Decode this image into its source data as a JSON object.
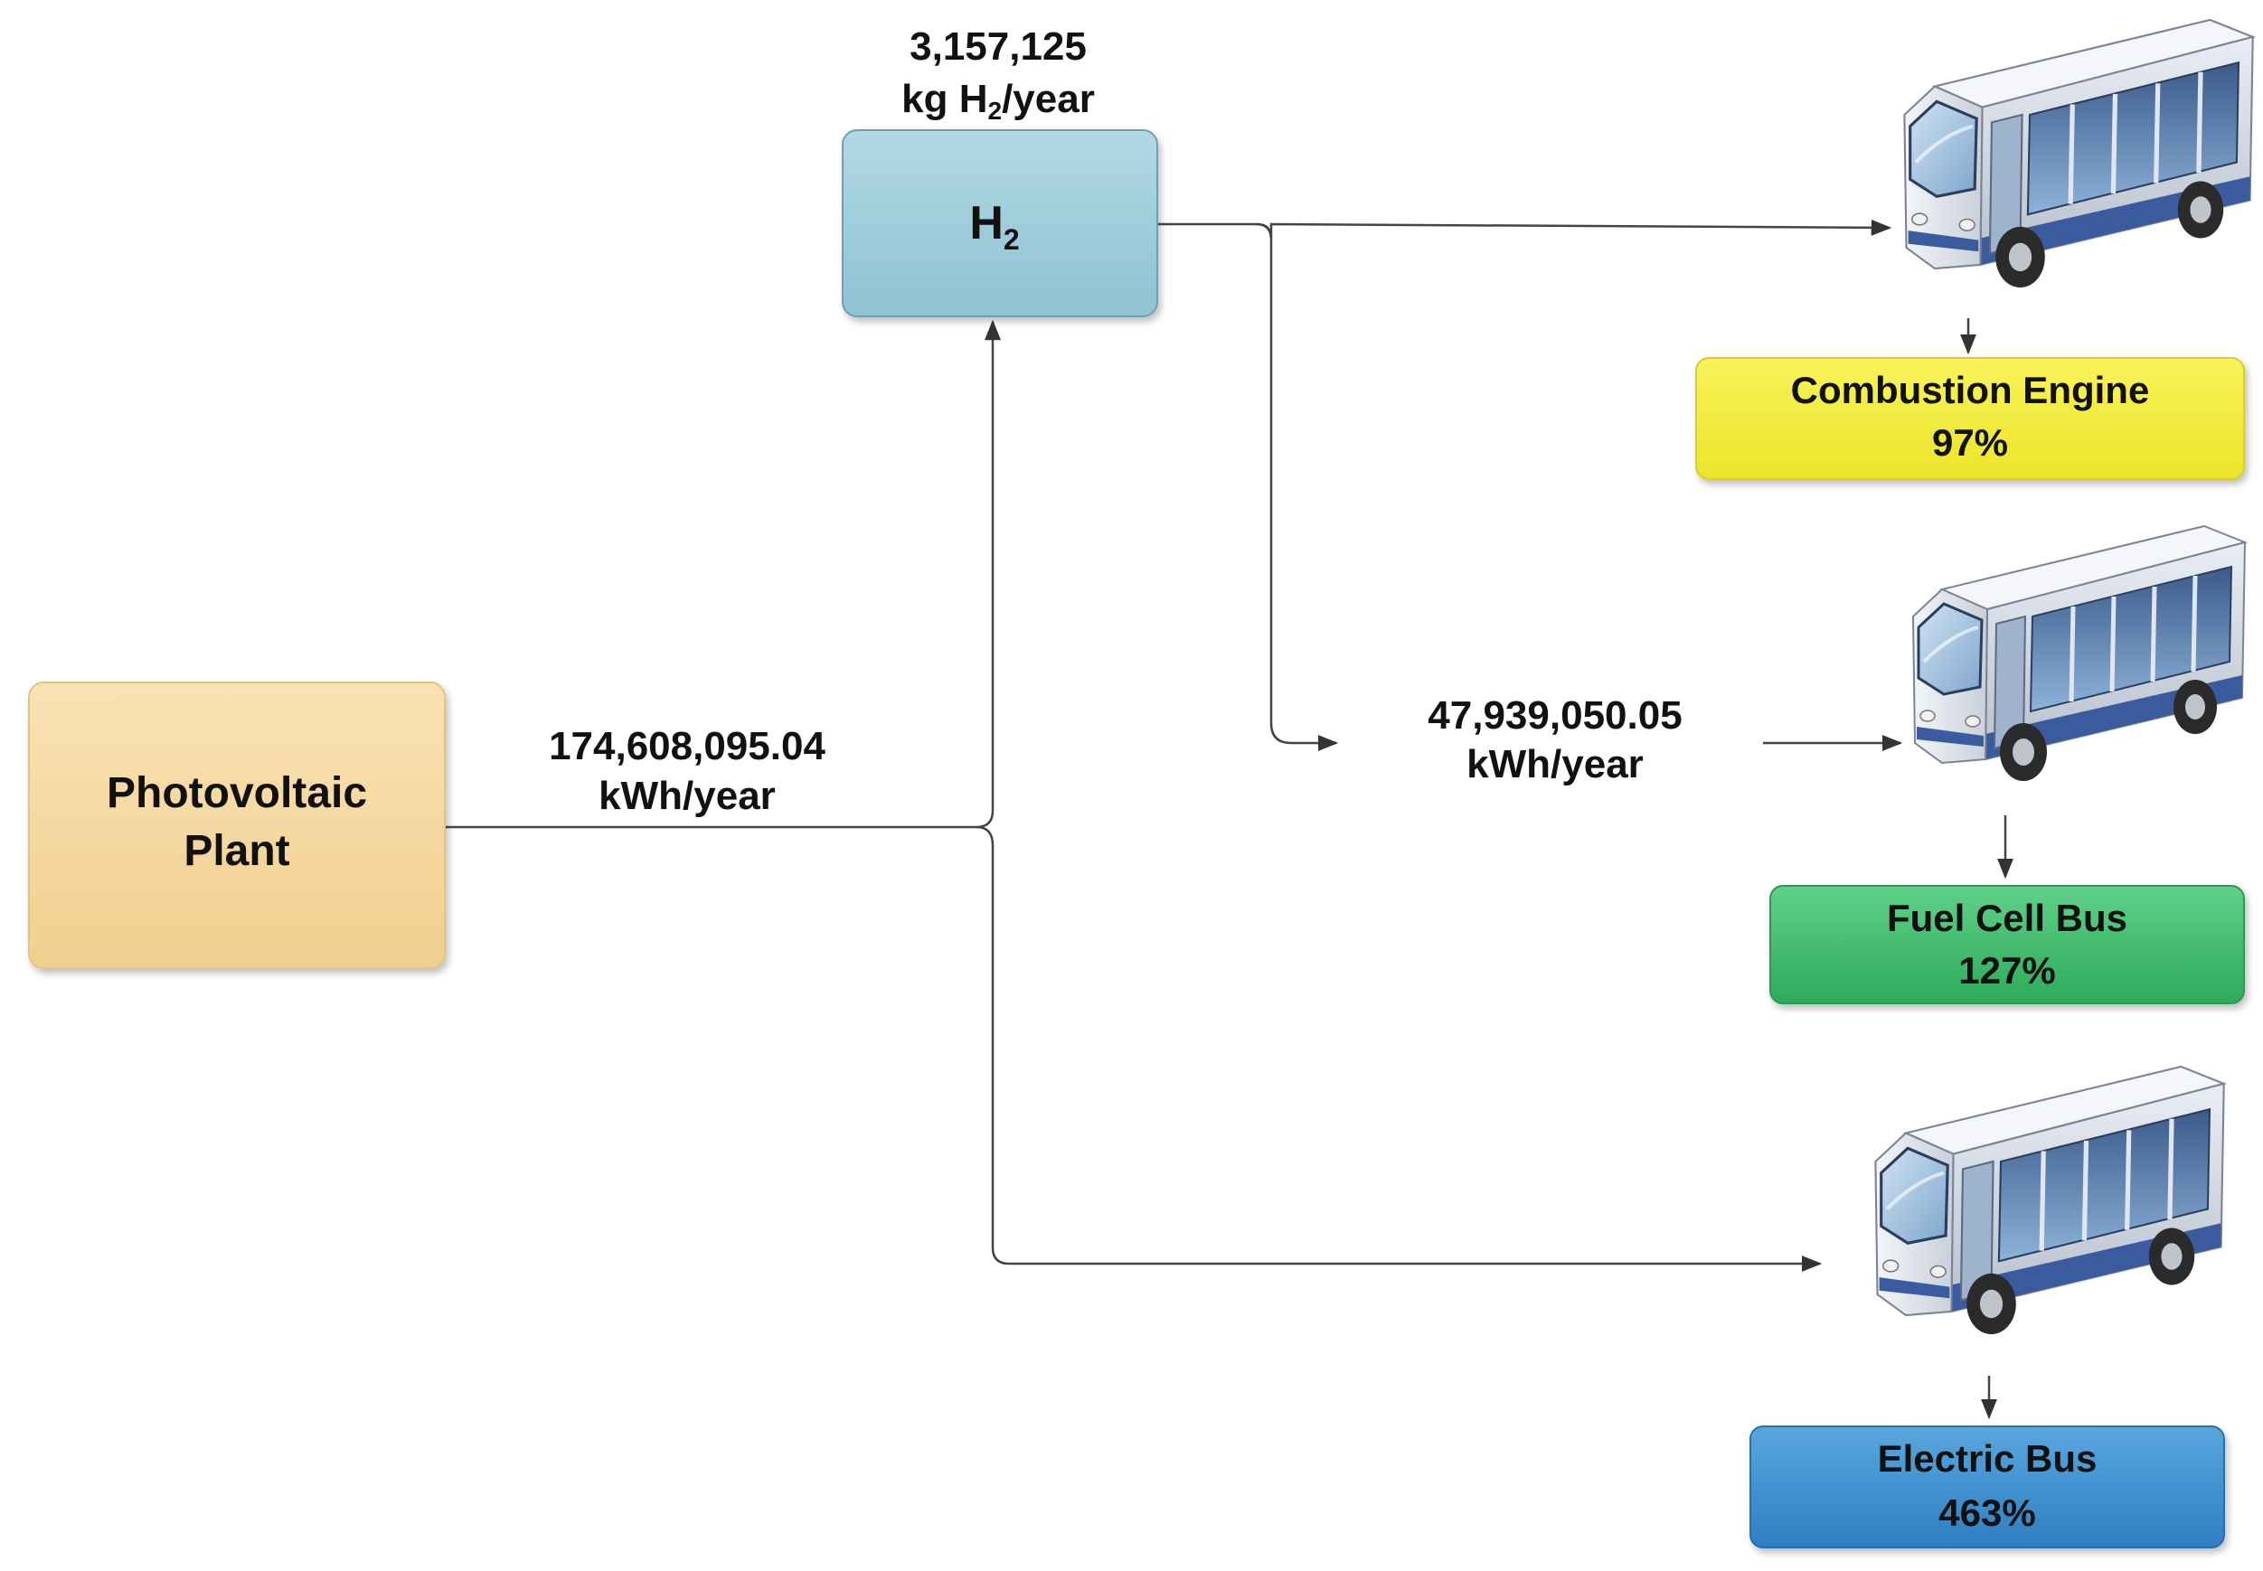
{
  "source": {
    "label_line1": "Photovoltaic",
    "label_line2": "Plant"
  },
  "h2": {
    "node": {
      "label": "H",
      "sub": "2"
    },
    "amount_line1": "3,157,125",
    "amount_line2_prefix": "kg H",
    "amount_line2_sub": "2",
    "amount_line2_suffix": "/year"
  },
  "flows": {
    "pv_output": {
      "line1": "174,608,095.04",
      "line2": "kWh/year"
    },
    "fuel_cell_input": {
      "line1": "47,939,050.05",
      "line2": "kWh/year"
    }
  },
  "outcomes": [
    {
      "title": "Combustion Engine",
      "value": "97%"
    },
    {
      "title": "Fuel Cell Bus",
      "value": "127%"
    },
    {
      "title": "Electric Bus",
      "value": "463%"
    }
  ],
  "colors": {
    "pv": "#f6d9a3",
    "h2": "#9ccbd9",
    "combustion": "#f5ef3a",
    "fuel_cell": "#3fbf6c",
    "electric": "#3b8fd1",
    "line": "#444444"
  },
  "icons": [
    "bus-icon",
    "bus-icon",
    "bus-icon"
  ]
}
